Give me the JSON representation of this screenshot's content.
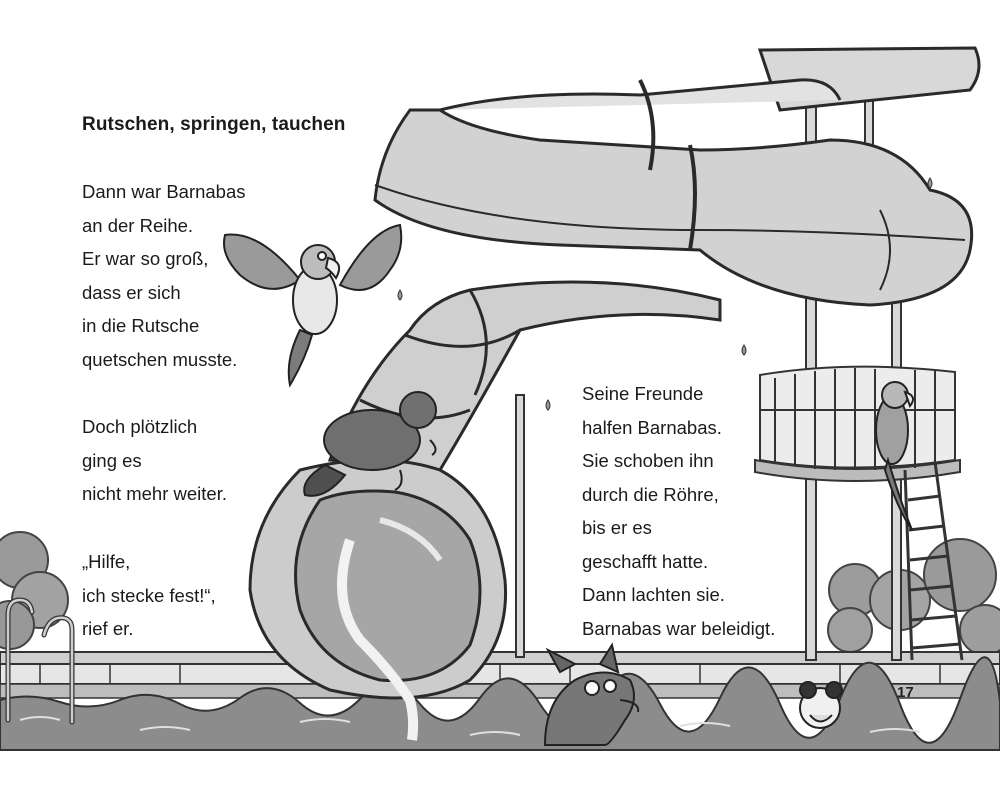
{
  "book_page": {
    "heading": "Rutschen, springen, tauchen",
    "paragraph_1": [
      "Dann war Barnabas",
      "an der Reihe.",
      "Er war so groß,",
      "dass er sich",
      "in die Rutsche",
      "quetschen musste."
    ],
    "paragraph_2": [
      "Doch plötzlich",
      "ging es",
      "nicht mehr weiter."
    ],
    "paragraph_3": [
      "„Hilfe,",
      "ich stecke fest!“,",
      "rief er."
    ],
    "paragraph_4": [
      "Seine Freunde",
      "halfen Barnabas.",
      "Sie schoben ihn",
      "durch die Röhre,",
      "bis er es",
      "geschafft hatte.",
      "Dann lachten sie.",
      "Barnabas war beleidigt."
    ],
    "page_number": "17"
  },
  "illustration": {
    "scene": "water-slide-at-pool",
    "characters": [
      "parrot-flying",
      "beaver-on-slide",
      "parrot-on-ladder",
      "fox-in-water",
      "kid-in-water"
    ]
  },
  "colors": {
    "background": "#ffffff",
    "text": "#1b1b1b",
    "slide": "#d2d2d2",
    "slide_shadow": "#a6a6a6",
    "water": "#8c8c8c"
  }
}
